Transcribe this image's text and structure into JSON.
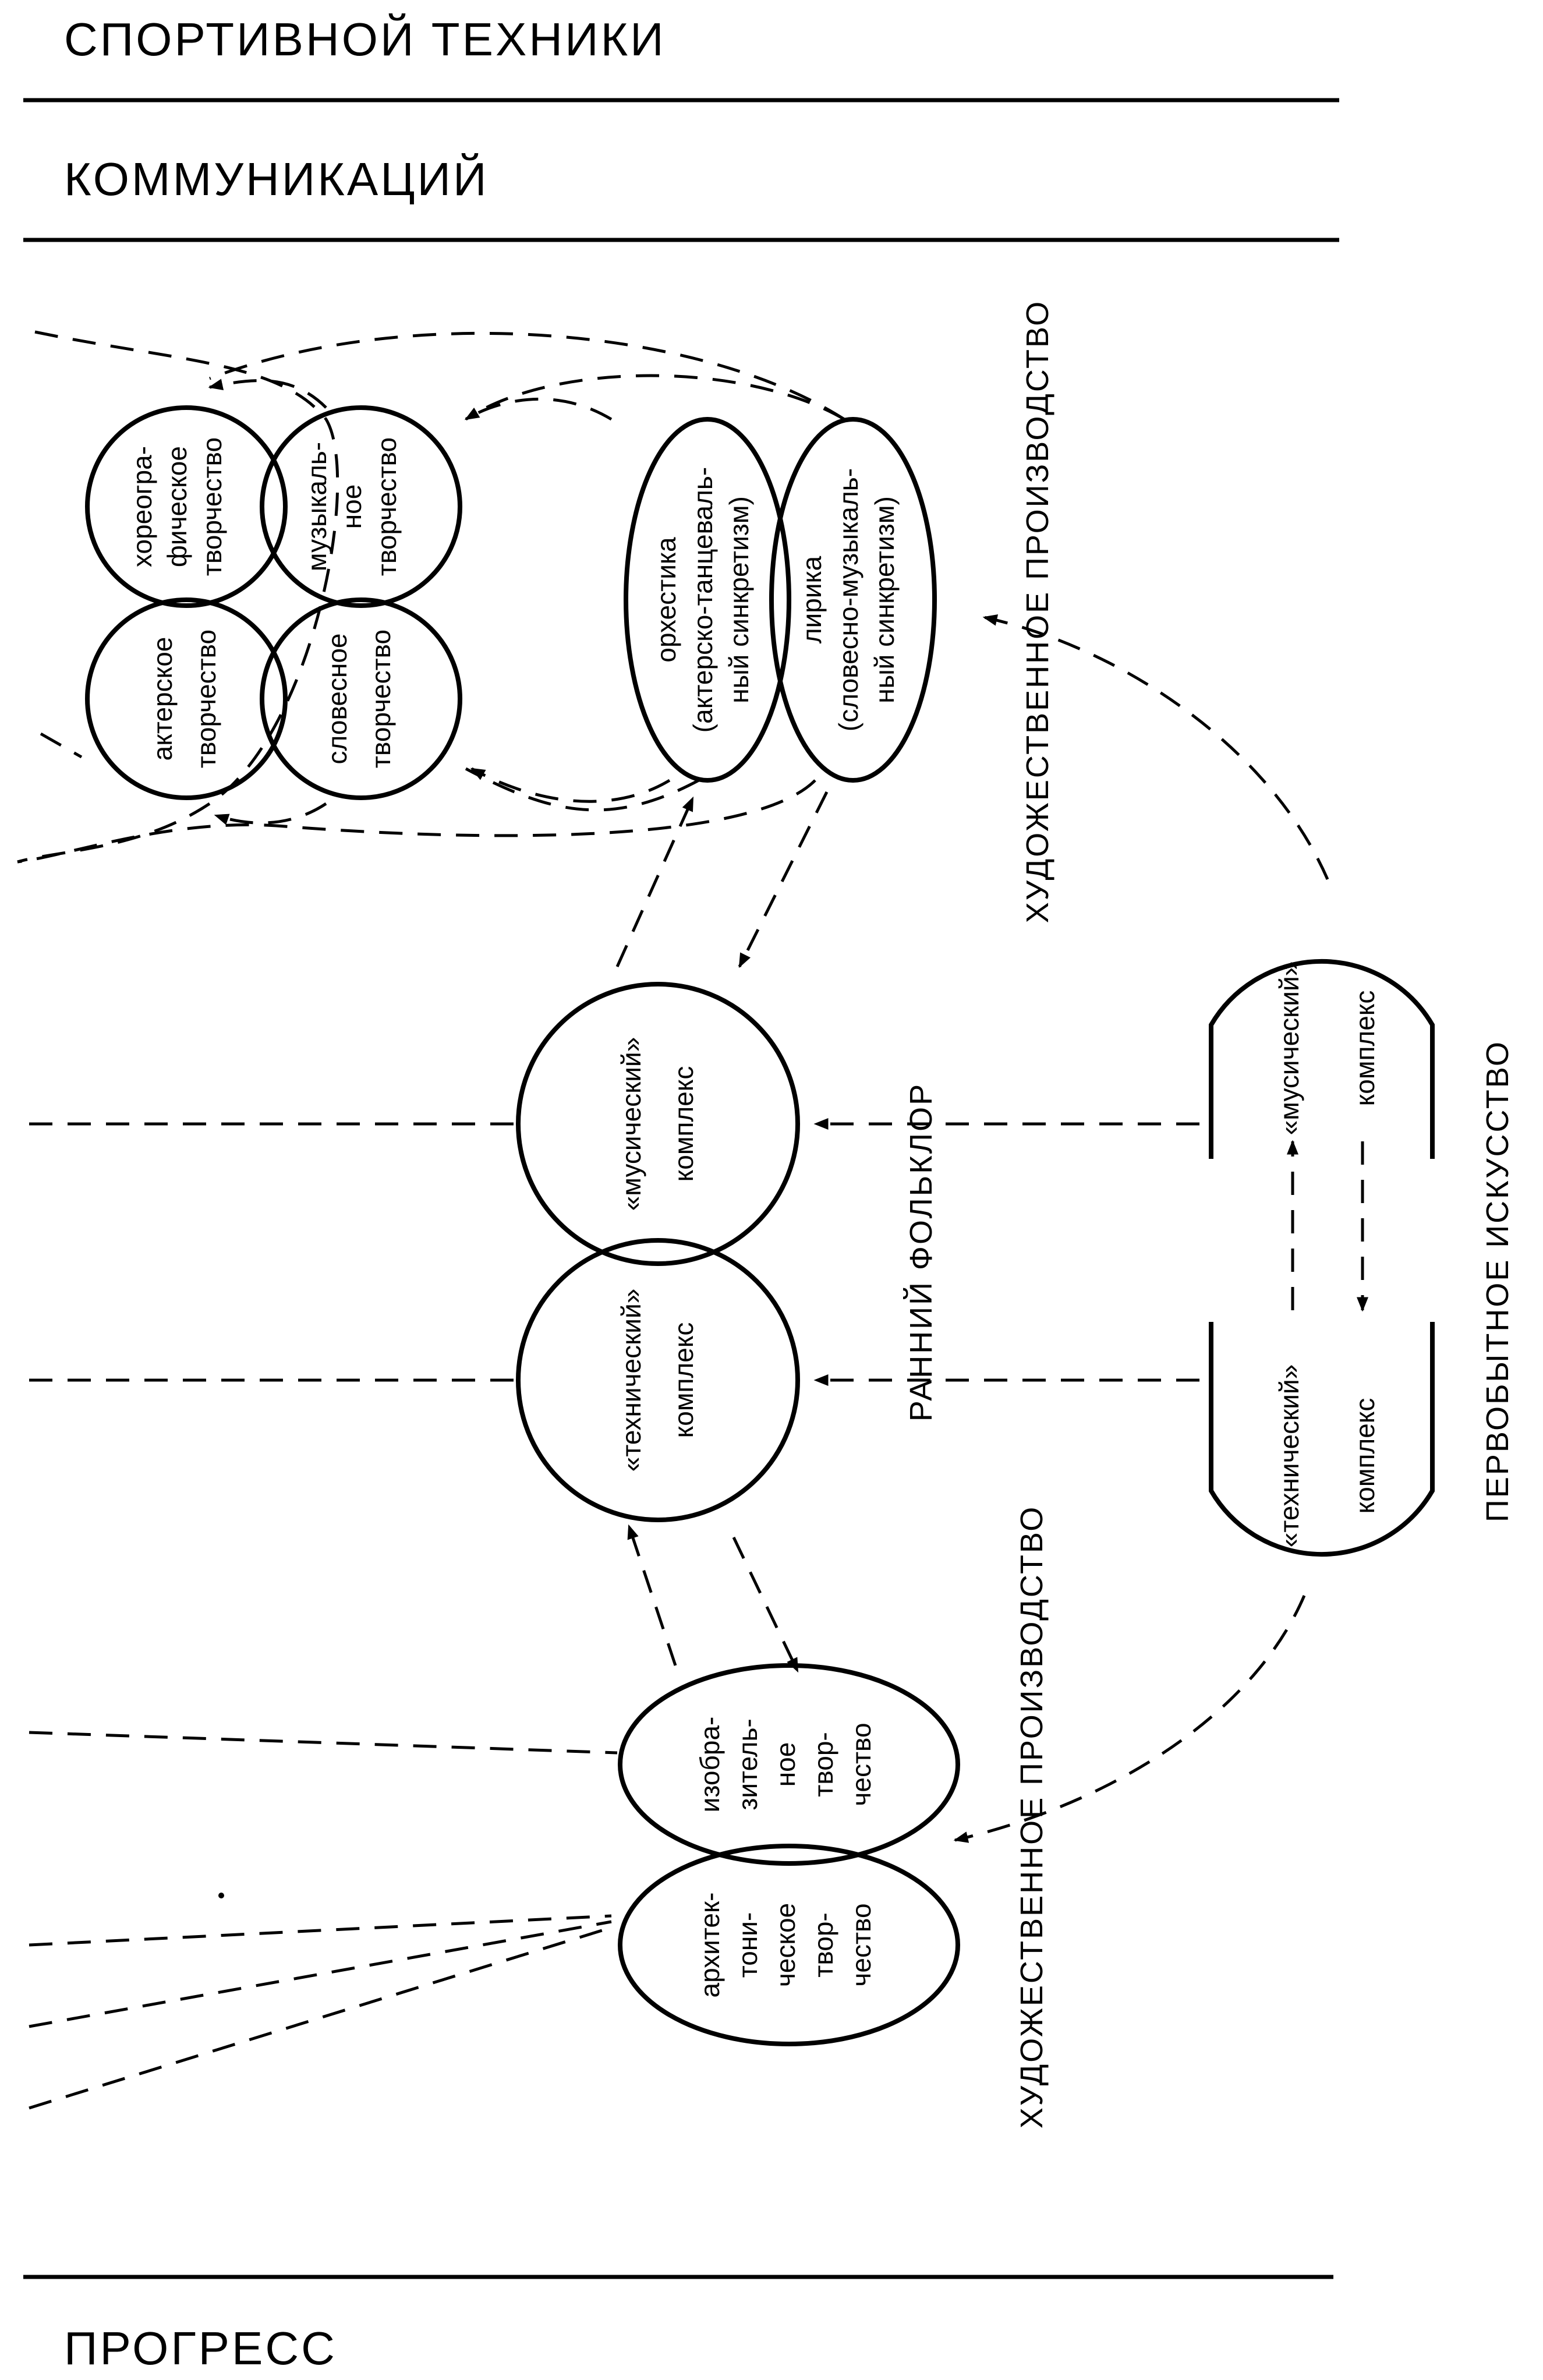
{
  "headers": {
    "top1": "СПОРТИВНОЙ   ТЕХНИКИ",
    "top2": "КОММУНИКАЦИЙ",
    "bottom": "ПРОГРЕСС"
  },
  "upper_group": {
    "choreo": [
      "хореогра-",
      "фическое",
      "творчество"
    ],
    "music": [
      "музыкаль-",
      "ное",
      "творчество"
    ],
    "actor": [
      "актерское",
      "творчество"
    ],
    "verbal": [
      "словесное",
      "творчество"
    ],
    "orchestics": [
      "орхестика",
      "(актерско-танцеваль-",
      "ный синкретизм)"
    ],
    "lyric": [
      "лирика",
      "(словесно-музыкаль-",
      "ный синкретизм)"
    ]
  },
  "early_folklore": {
    "musical": [
      "«мусический»",
      "комплекс"
    ],
    "technical": [
      "«технический»",
      "комплекс"
    ],
    "label": "РАННИЙ  ФОЛЬКЛОР"
  },
  "primitive_art": {
    "musical": [
      "«мусический»",
      "комплекс"
    ],
    "technical": [
      "«технический»",
      "комплекс"
    ],
    "label": "ПЕРВОБЫТНОЕ  ИСКУССТВО"
  },
  "lower_group": {
    "fine_art": [
      "изобра-",
      "зитель-",
      "ное",
      "твор-",
      "чество"
    ],
    "architecture": [
      "архитек-",
      "тони-",
      "ческое",
      "твор-",
      "чество"
    ]
  },
  "side_labels": {
    "upper": "ХУДОЖЕСТВЕННОЕ  ПРОИЗВОДСТВО",
    "lower": "ХУДОЖЕСТВЕННОЕ  ПРОИЗВОДСТВО"
  }
}
